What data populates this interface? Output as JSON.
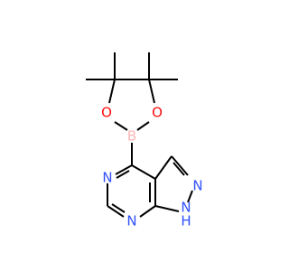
{
  "molecule": {
    "atoms": {
      "O1": {
        "symbol": "O",
        "color": "#ff0d0d"
      },
      "O2": {
        "symbol": "O",
        "color": "#ff0d0d"
      },
      "B": {
        "symbol": "B",
        "color": "#ffb5b5"
      },
      "N1": {
        "symbol": "N",
        "color": "#3050f8"
      },
      "N2": {
        "symbol": "N",
        "color": "#3050f8"
      },
      "N3": {
        "symbol": "N",
        "color": "#3050f8"
      },
      "N4": {
        "symbol": "N",
        "color": "#3050f8"
      },
      "H": {
        "symbol": "H",
        "color": "#3050f8"
      }
    },
    "bond_color": "#000000"
  }
}
